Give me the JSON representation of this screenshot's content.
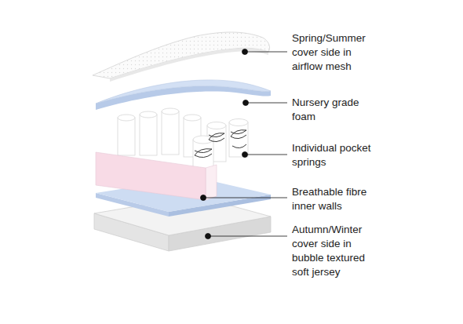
{
  "diagram": {
    "labels": [
      "Spring/Summer cover side in airflow mesh",
      "Nursery grade foam",
      "Individual pocket springs",
      "Breathable fibre inner walls",
      "Autumn/Winter cover side in bubble textured soft jersey"
    ]
  }
}
